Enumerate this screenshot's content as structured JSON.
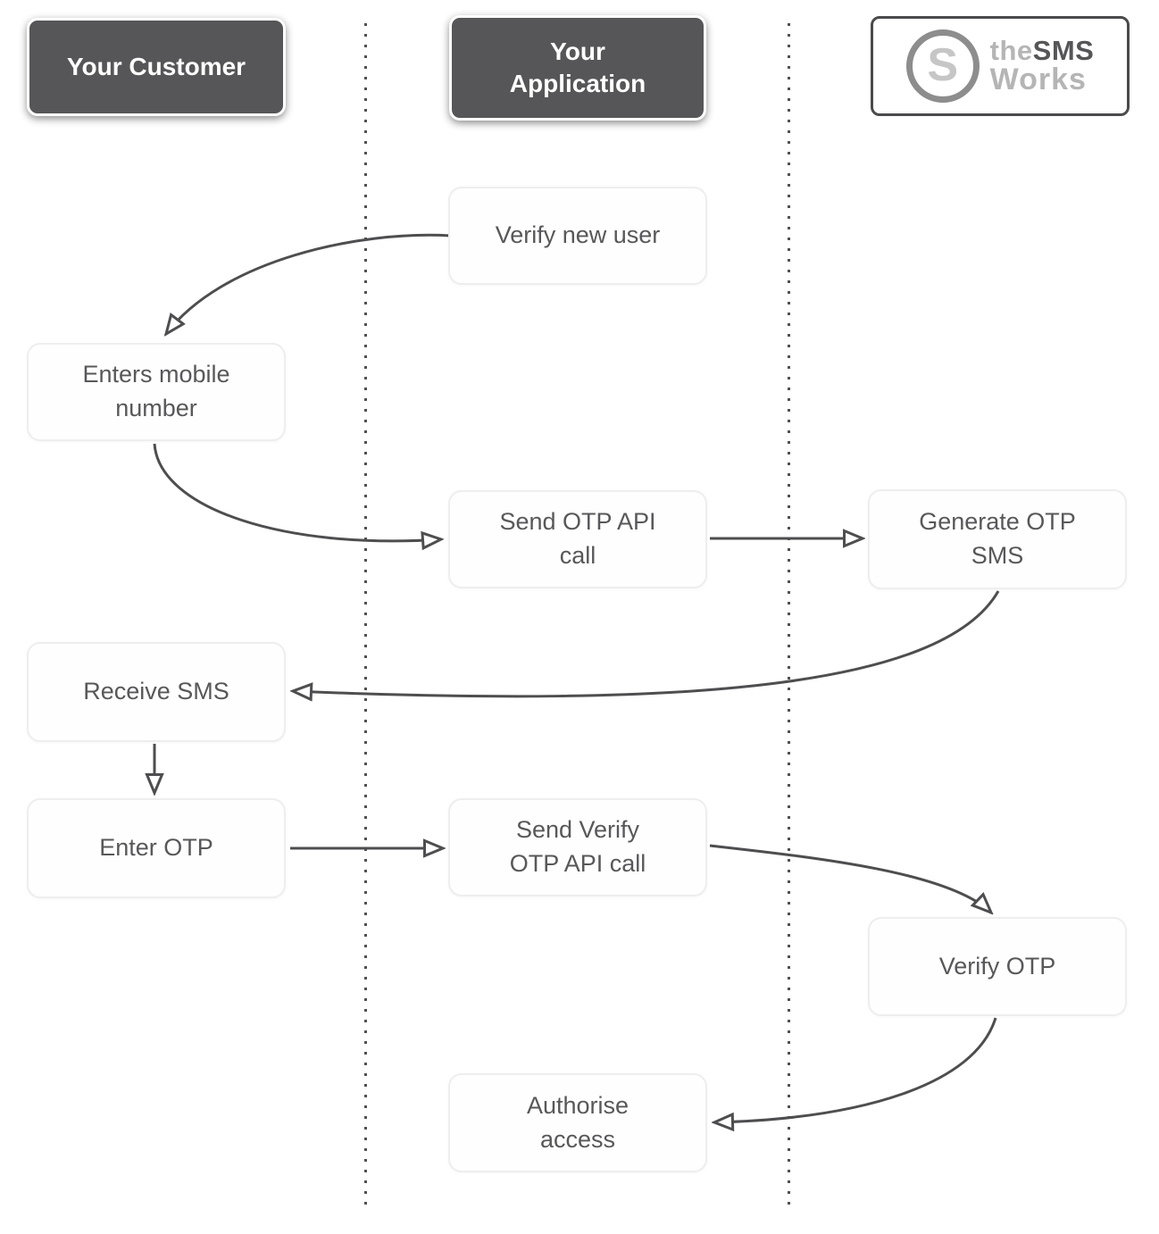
{
  "lanes": {
    "customer": {
      "label": "Your Customer"
    },
    "application": {
      "label": "Your\nApplication"
    },
    "provider": {
      "name": "theSMSWorks"
    }
  },
  "logo": {
    "monogram": "S",
    "word_light_1": "the",
    "word_dark": "SMS",
    "word_light_2": "Works"
  },
  "nodes": {
    "verify_new_user": {
      "label": "Verify new user"
    },
    "enters_mobile_number": {
      "label": "Enters mobile\nnumber"
    },
    "send_otp_api_call": {
      "label": "Send OTP API\ncall"
    },
    "generate_otp_sms": {
      "label": "Generate OTP\nSMS"
    },
    "receive_sms": {
      "label": "Receive SMS"
    },
    "enter_otp": {
      "label": "Enter OTP"
    },
    "send_verify_otp_api_call": {
      "label": "Send Verify\nOTP API call"
    },
    "verify_otp": {
      "label": "Verify OTP"
    },
    "authorise_access": {
      "label": "Authorise\naccess"
    }
  },
  "edges": [
    {
      "from": "verify_new_user",
      "to": "enters_mobile_number"
    },
    {
      "from": "enters_mobile_number",
      "to": "send_otp_api_call"
    },
    {
      "from": "send_otp_api_call",
      "to": "generate_otp_sms"
    },
    {
      "from": "generate_otp_sms",
      "to": "receive_sms"
    },
    {
      "from": "receive_sms",
      "to": "enter_otp"
    },
    {
      "from": "enter_otp",
      "to": "send_verify_otp_api_call"
    },
    {
      "from": "send_verify_otp_api_call",
      "to": "verify_otp"
    },
    {
      "from": "verify_otp",
      "to": "authorise_access"
    }
  ],
  "colors": {
    "lane_header_bg": "#565658",
    "line": "#4e4e50",
    "node_text": "#58585b",
    "node_border": "#eeeeee",
    "logo_gray_light": "#b5b5b5",
    "logo_gray_dark": "#565658",
    "logo_circle": "#8d8d8d",
    "logo_monogram": "#c6c6c6"
  }
}
